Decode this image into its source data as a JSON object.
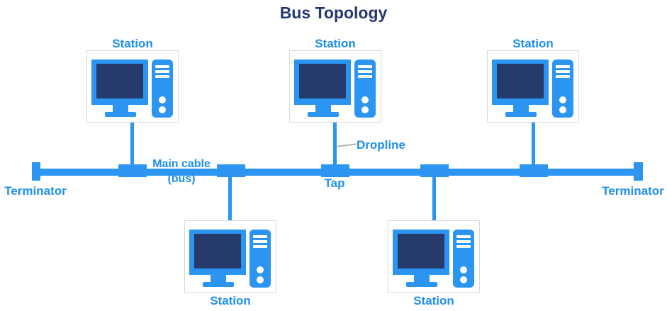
{
  "title": "Bus Topology",
  "colors": {
    "accent_blue": "#2B95F1",
    "label_blue": "#1E8FF0",
    "title_navy": "#25386E",
    "screen_navy": "#273A6C",
    "station_box_border": "#D8D8D8",
    "connector_gray": "#B3B3B3",
    "background": "#FFFFFF"
  },
  "labels": {
    "terminator_left": "Terminator",
    "terminator_right": "Terminator",
    "main_cable_line1": "Main cable",
    "main_cable_line2": "(bus)",
    "tap": "Tap",
    "dropline": "Dropline"
  },
  "stations": [
    {
      "position": "top-left",
      "label": "Station"
    },
    {
      "position": "top-center",
      "label": "Station"
    },
    {
      "position": "top-right",
      "label": "Station"
    },
    {
      "position": "bottom-left",
      "label": "Station"
    },
    {
      "position": "bottom-right",
      "label": "Station"
    }
  ],
  "icons": {
    "station_icon": "desktop-computer-icon",
    "terminator_icon": "terminator-block-icon",
    "tap_icon": "tap-block-icon"
  }
}
